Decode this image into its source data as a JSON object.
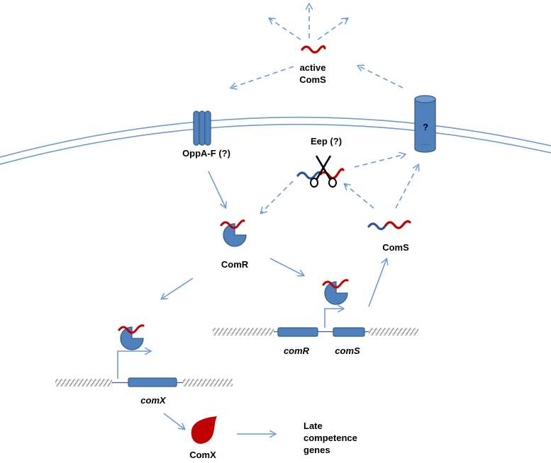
{
  "labels": {
    "active_line1": "active",
    "active_line2": "ComS",
    "oppa": "OppA-F (?)",
    "eep": "Eep (?)",
    "transporter": "?",
    "comr_protein": "ComR",
    "coms_peptide": "ComS",
    "gene_comr": "comR",
    "gene_coms": "comS",
    "gene_comx": "comX",
    "comx_protein": "ComX",
    "late_line1": "Late",
    "late_line2": "competence",
    "late_line3": "genes"
  },
  "colors": {
    "protein_blue": "#4f81bd",
    "protein_edge": "#385d8a",
    "arrow_blue": "#6f9bd0",
    "peptide_red": "#c00000",
    "peptide_blue": "#2f5597",
    "dna_gray": "#9a9a9a"
  },
  "icons": {
    "scissors": "scissors-icon",
    "channel": "oppa-channel-icon",
    "transporter": "transporter-cylinder-icon"
  }
}
